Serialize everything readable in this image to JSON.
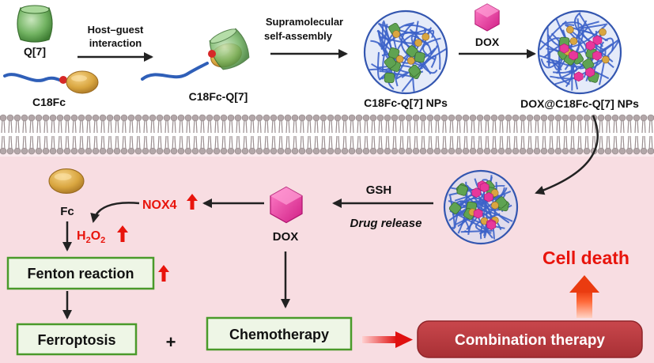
{
  "labels": {
    "q7": "Q[7]",
    "c18fc": "C18Fc",
    "host_guest_1": "Host–guest",
    "host_guest_2": "interaction",
    "c18fc_q7": "C18Fc-Q[7]",
    "supra_1": "Supramolecular",
    "supra_2": "self-assembly",
    "nps": "C18Fc-Q[7] NPs",
    "dox_top": "DOX",
    "dox_nps": "DOX@C18Fc-Q[7] NPs",
    "gsh": "GSH",
    "drug_release": "Drug release",
    "dox_mid": "DOX",
    "nox4": "NOX4",
    "fc": "Fc",
    "h2o2_h": "H",
    "h2o2_2a": "2",
    "h2o2_o": "O",
    "h2o2_2b": "2",
    "fenton": "Fenton reaction",
    "ferroptosis": "Ferroptosis",
    "plus": "+",
    "chemotherapy": "Chemotherapy",
    "combination": "Combination therapy",
    "cell_death": "Cell death"
  },
  "colors": {
    "red_text": "#e8140c",
    "box_border": "#4a9a2a",
    "box_fill": "#eef6e6",
    "combo_fill": "#b8393e",
    "cell_bg": "#f8dde2",
    "membrane_head": "#b3a7a9",
    "polymer_blue": "#3d63c9",
    "q7_green": "#5fa352",
    "fc_gold": "#d9a640",
    "dox_pink": "#e8389b"
  },
  "icons": [
    "q7-macrocycle-icon",
    "ferrocene-icon",
    "dox-molecule-icon",
    "nanoparticle-icon",
    "lipid-membrane-icon"
  ]
}
